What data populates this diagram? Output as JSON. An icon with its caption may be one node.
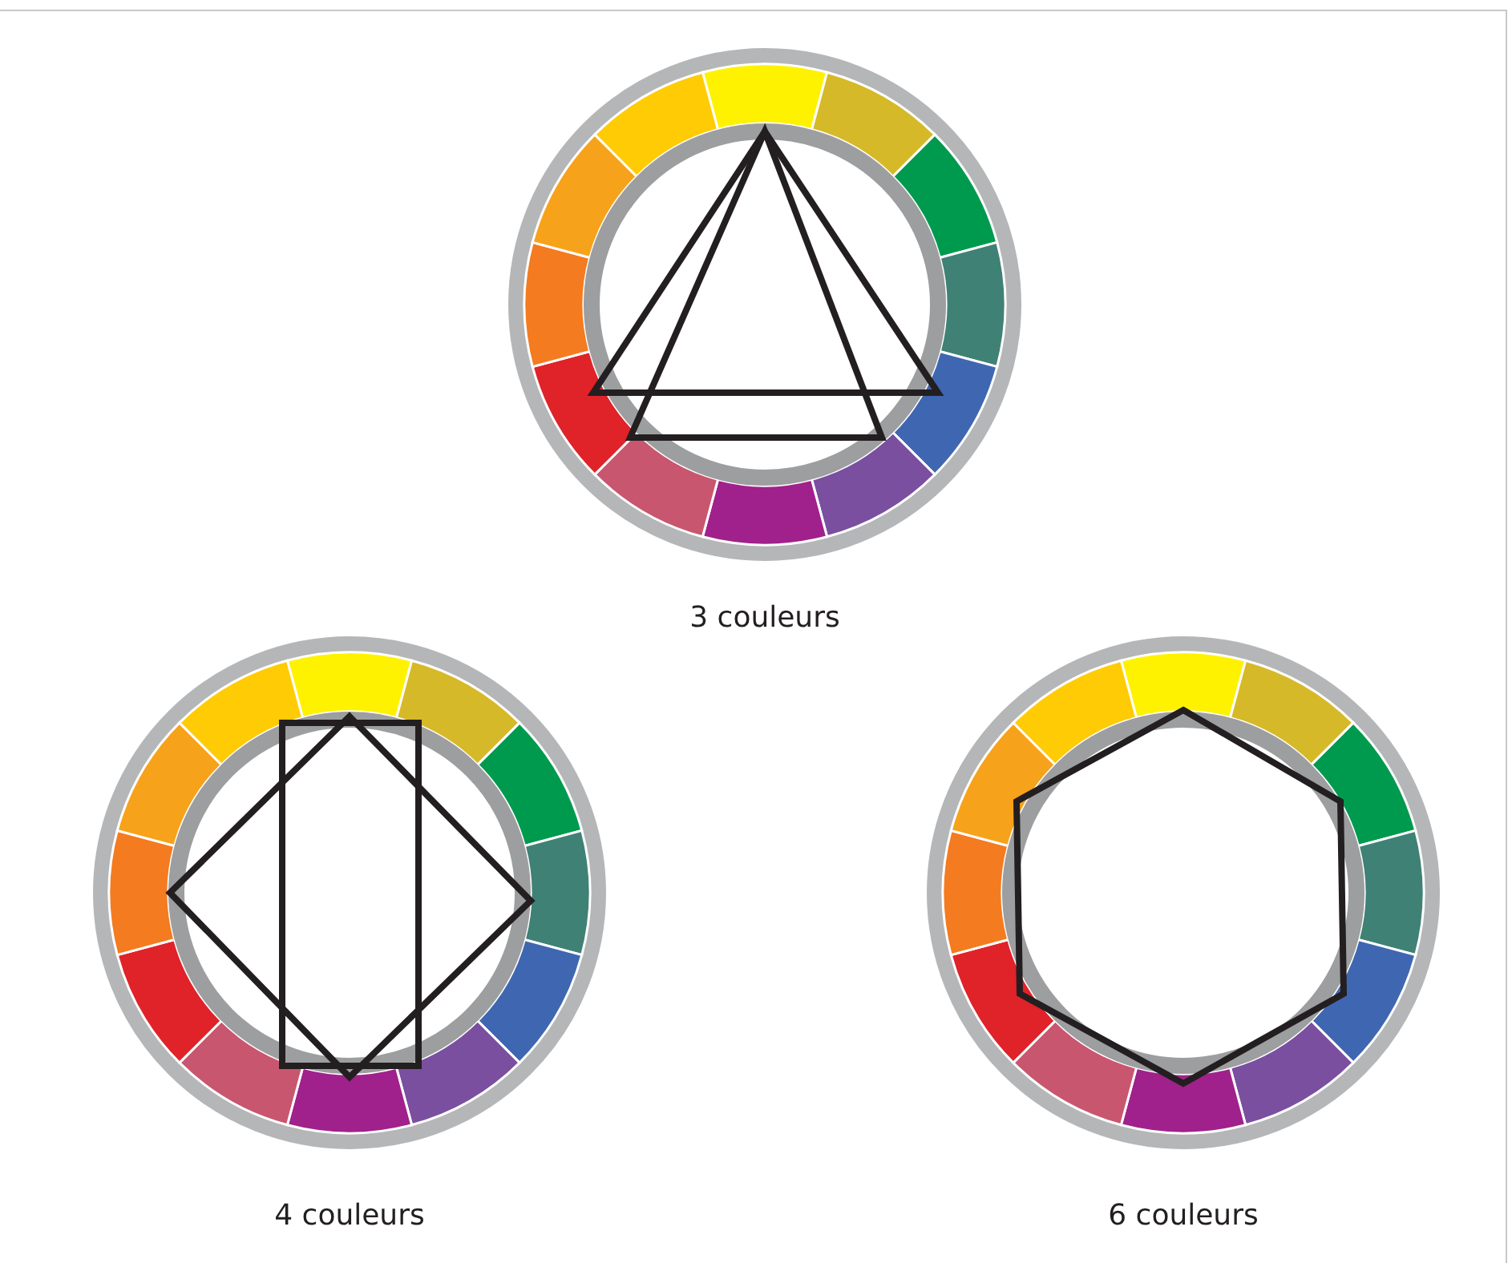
{
  "diagram": {
    "labels": [
      "3 couleurs",
      "4 couleurs",
      "6 couleurs"
    ]
  }
}
